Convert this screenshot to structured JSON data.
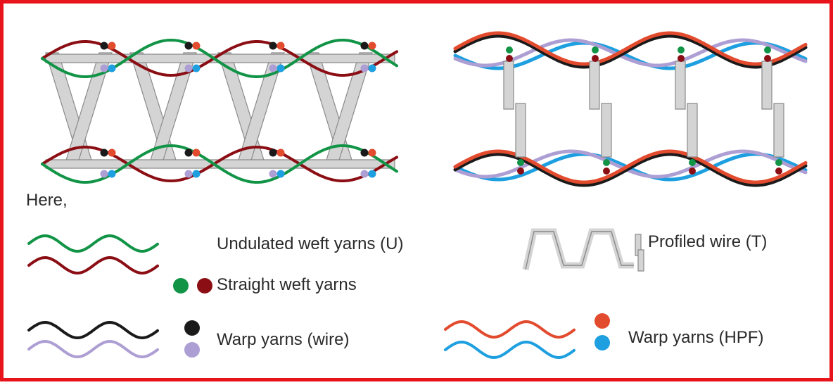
{
  "legend": {
    "intro": "Here,",
    "undulated_weft": "Undulated weft yarns (U)",
    "straight_weft": "Straight weft yarns",
    "warp_wire": "Warp yarns (wire)",
    "profiled_wire": "Profiled wire (T)",
    "warp_hpf": "Warp yarns (HPF)"
  },
  "colors": {
    "frame": "#e8141b",
    "green": "#129447",
    "dark_red": "#8b0e14",
    "black": "#1a1a1a",
    "lilac": "#ad9ed3",
    "orange_red": "#e24b2e",
    "sky_blue": "#1e9fe0",
    "wire_fill": "#d4d4d4",
    "wire_stroke": "#8a8a8a"
  }
}
